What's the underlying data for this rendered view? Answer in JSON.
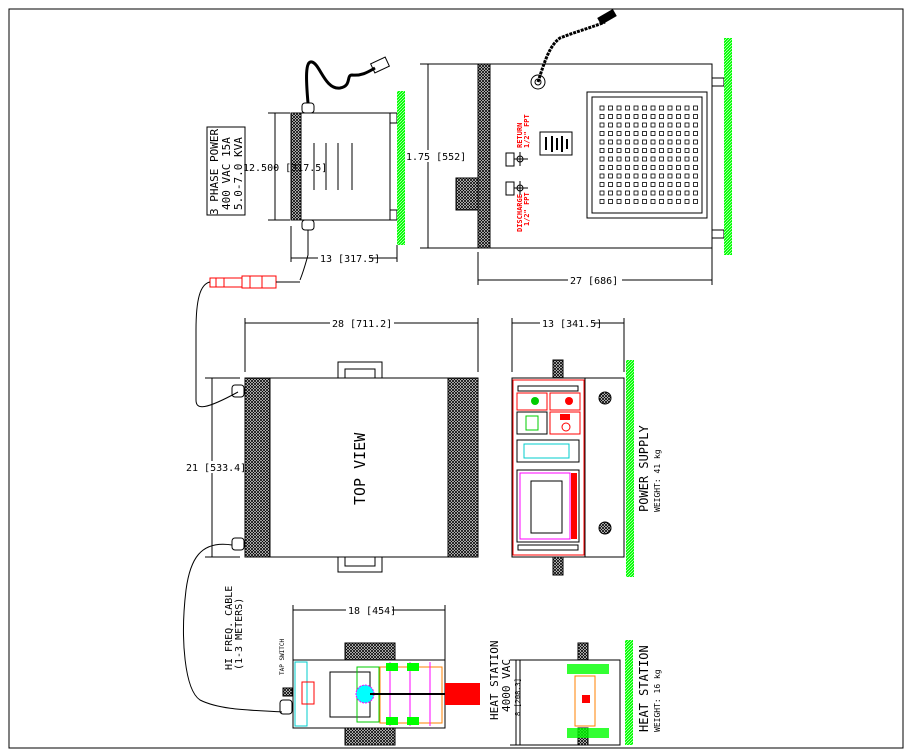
{
  "transformer": {
    "label_lines": [
      "3 PHASE POWER",
      "400 VAC 15A",
      "5.0-7.0 KVA"
    ],
    "height_dim": "12.500 [317.5]",
    "width_dim": "13 [317.5]"
  },
  "heat_exchanger": {
    "height_dim": "1.75 [552]",
    "width_dim": "27 [686]",
    "return_label": [
      "RETURN",
      "1/2\" FPT"
    ],
    "discharge_label": [
      "DISCHARGE",
      "1/2\" FPT"
    ]
  },
  "top_view": {
    "title": "TOP VIEW",
    "width_dim": "28 [711.2]",
    "height_dim": "21 [533.4]"
  },
  "power_supply": {
    "width_dim": "13 [341.5]",
    "title": "POWER SUPPLY",
    "weight": "WEIGHT: 41 kg"
  },
  "heat_station": {
    "cable_label": [
      "HI FREQ. CABLE",
      "(1-3 METERS)"
    ],
    "tap_switch": "TAP SWITCH",
    "width_dim": "18 [454]",
    "label_lines": [
      "HEAT STATION",
      "4000 VAC"
    ],
    "depth_dim": "8 [208.3]",
    "side_title": "HEAT STATION",
    "side_weight": "WEIGHT: 16 kg"
  },
  "colors": {
    "green": "#00ff00",
    "red": "#ff0000",
    "magenta": "#ff00ff",
    "cyan": "#00ffff",
    "orange": "#ff8000"
  }
}
